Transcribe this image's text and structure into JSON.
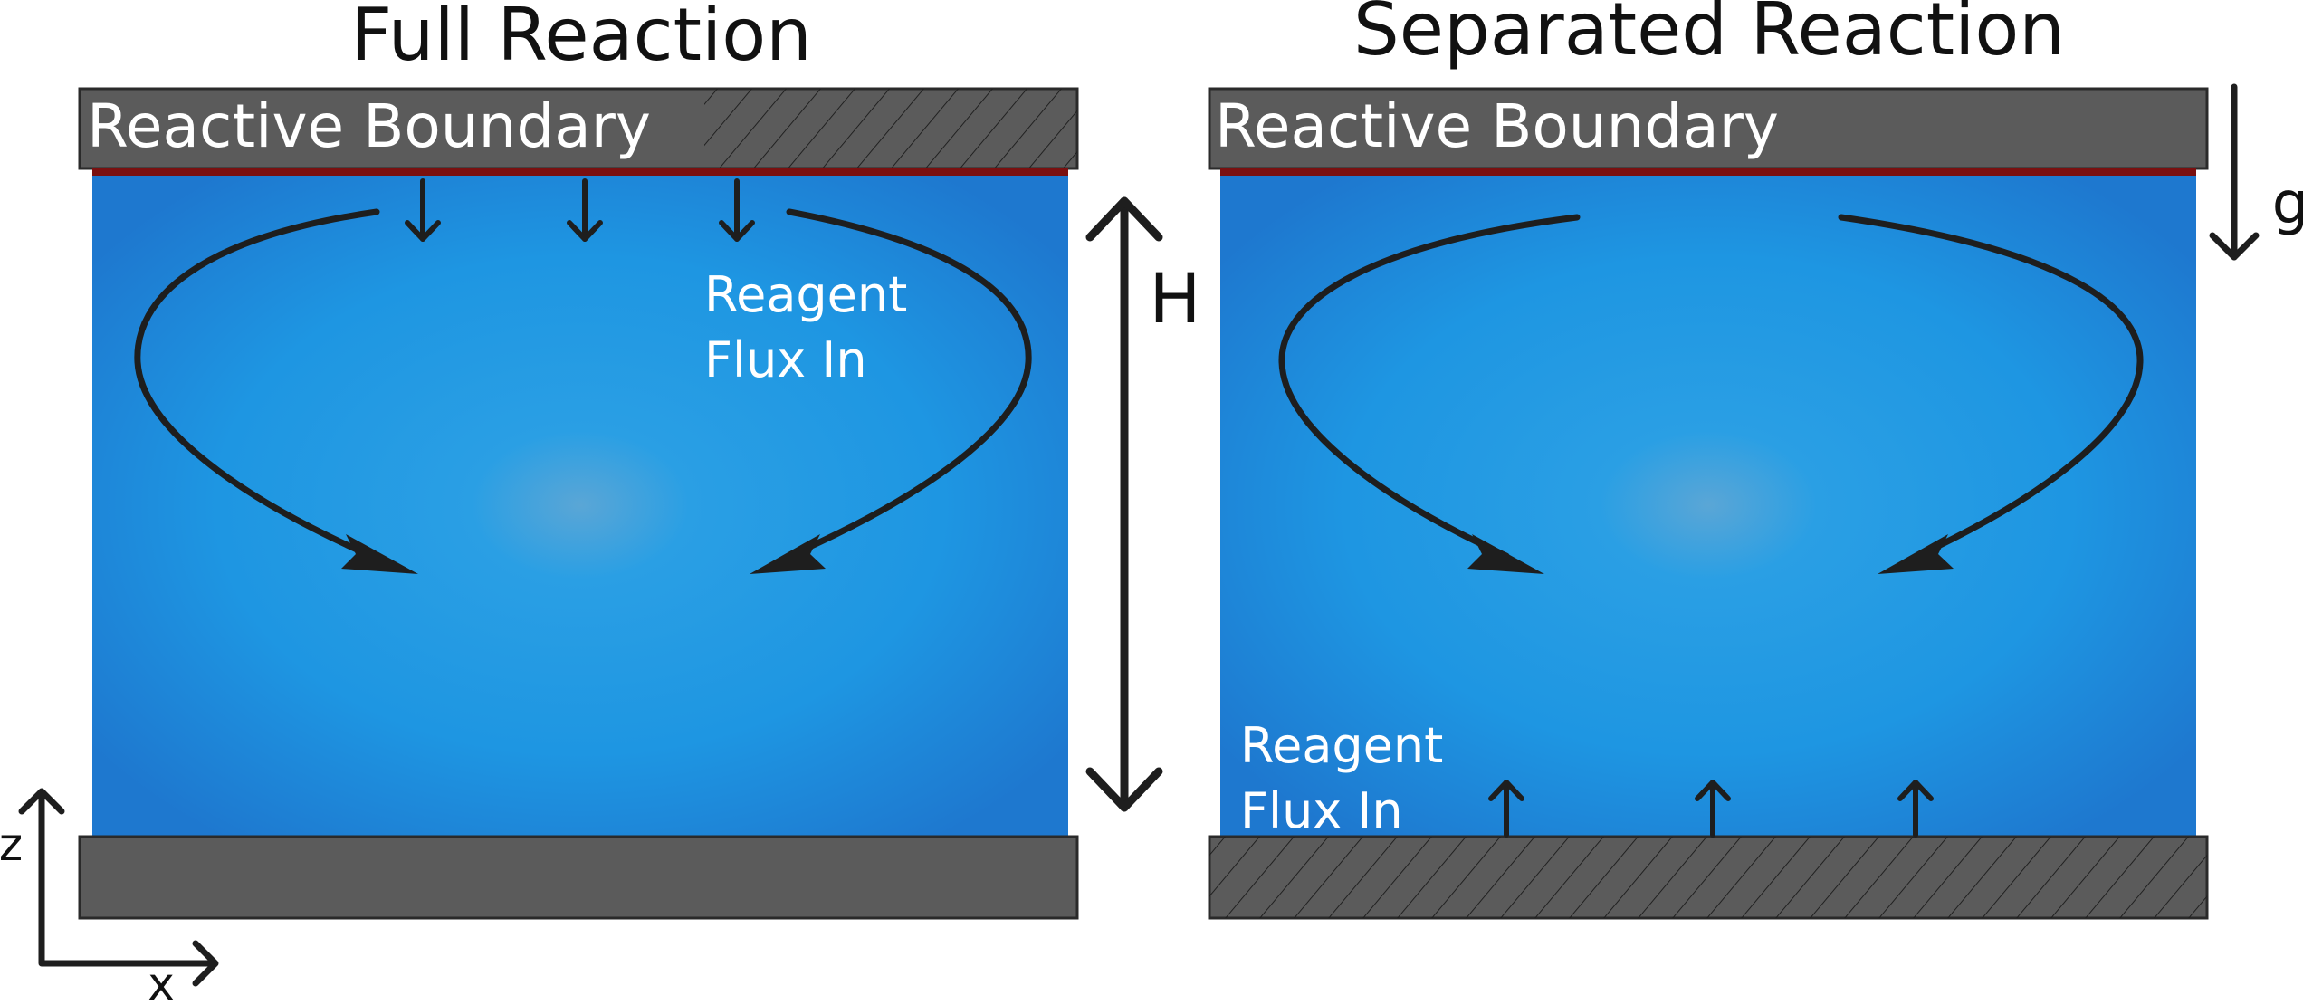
{
  "panels": {
    "left": {
      "title": "Full Reaction",
      "top_boundary_label": "Reactive Boundary",
      "flux_label_line1": "Reagent",
      "flux_label_line2": "Flux In"
    },
    "right": {
      "title": "Separated Reaction",
      "top_boundary_label": "Reactive Boundary",
      "flux_label_line1": "Reagent",
      "flux_label_line2": "Flux In"
    }
  },
  "height_label": "H",
  "gravity_label": "g",
  "axes": {
    "z_label": "z",
    "x_label": "x"
  },
  "colors": {
    "fluid_center": "#3fa0dd",
    "fluid_mid": "#1f9ae6",
    "fluid_edge": "#1e78cf",
    "boundary_fill": "#5b5b5b",
    "reactive_layer": "#7a1010",
    "arrow": "#1e1e1e",
    "label_on_fluid": "#ffffff",
    "title_text": "#111111"
  }
}
